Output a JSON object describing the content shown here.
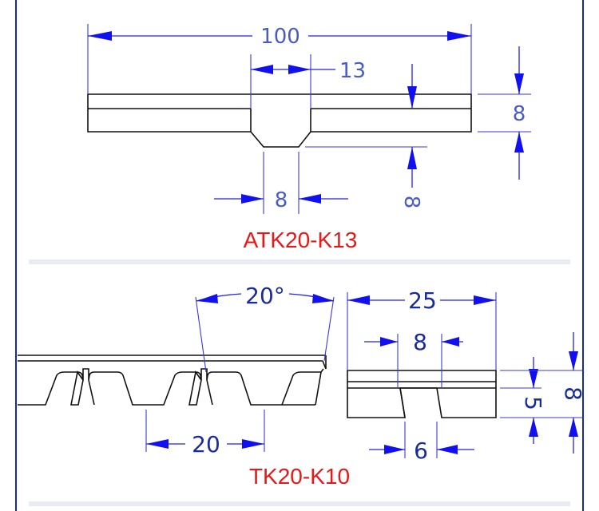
{
  "top_profile": {
    "caption": "ATK20-K13",
    "dim_total_width": "100",
    "dim_top_width": "13",
    "dim_belt_thickness": "8",
    "dim_bottom_width": "8",
    "dim_tooth_height": "8"
  },
  "bottom_profile": {
    "caption": "TK20-K10",
    "dim_angle": "20°",
    "dim_pitch": "20",
    "dim_section_width": "25",
    "dim_top_width": "8",
    "dim_bottom_width": "6",
    "dim_tooth_height": "5",
    "dim_total_height": "8"
  },
  "colors": {
    "caption": "#e81818",
    "dimension": "#2222e8",
    "outline": "#111111",
    "frame": "#1a2c9a"
  }
}
